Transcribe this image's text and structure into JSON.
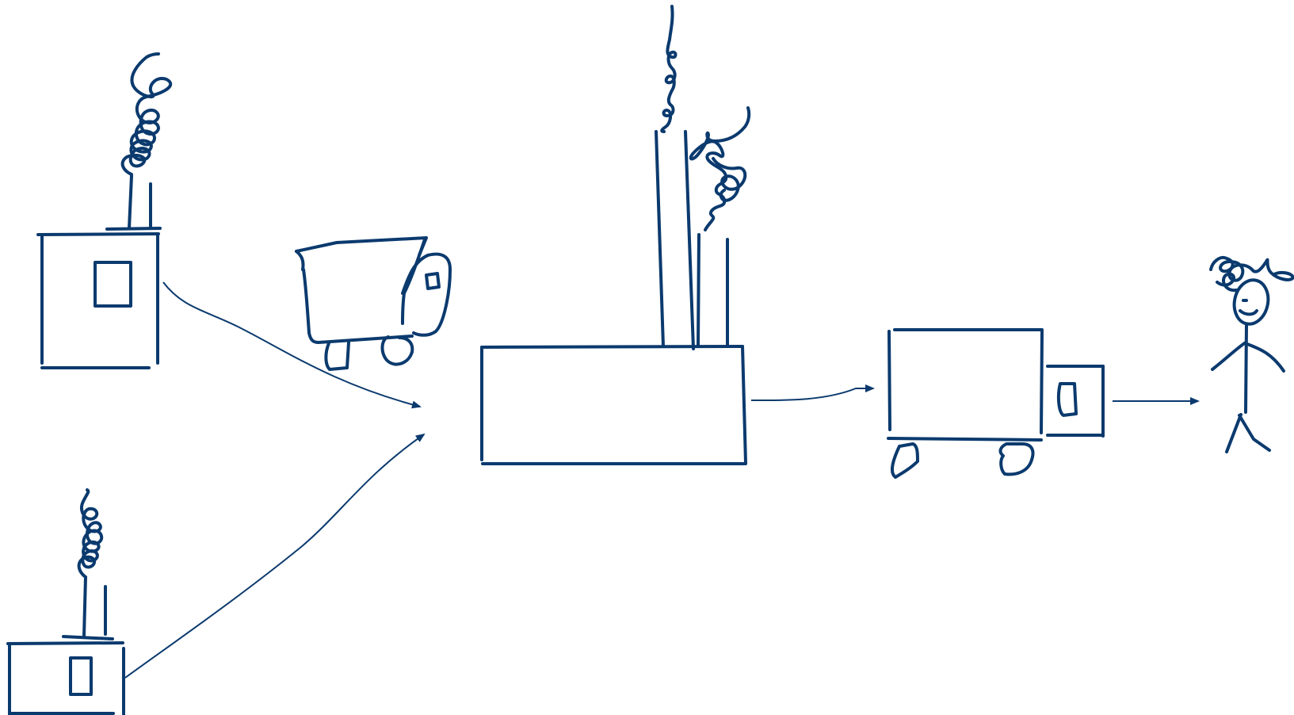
{
  "diagram": {
    "stroke_color": "#0b3a6e",
    "background": "#ffffff",
    "elements": [
      {
        "id": "factory-1",
        "icon": "factory-with-chimney-icon"
      },
      {
        "id": "factory-2",
        "icon": "factory-with-chimney-icon"
      },
      {
        "id": "garbage-truck",
        "icon": "dump-truck-icon"
      },
      {
        "id": "processing-plant",
        "icon": "processing-plant-icon"
      },
      {
        "id": "delivery-truck",
        "icon": "delivery-truck-icon"
      },
      {
        "id": "person",
        "icon": "stick-figure-person-icon"
      }
    ],
    "connections": [
      {
        "from": "factory-1",
        "to": "processing-plant"
      },
      {
        "from": "factory-2",
        "to": "processing-plant"
      },
      {
        "from": "processing-plant",
        "to": "delivery-truck"
      },
      {
        "from": "delivery-truck",
        "to": "person"
      }
    ]
  }
}
